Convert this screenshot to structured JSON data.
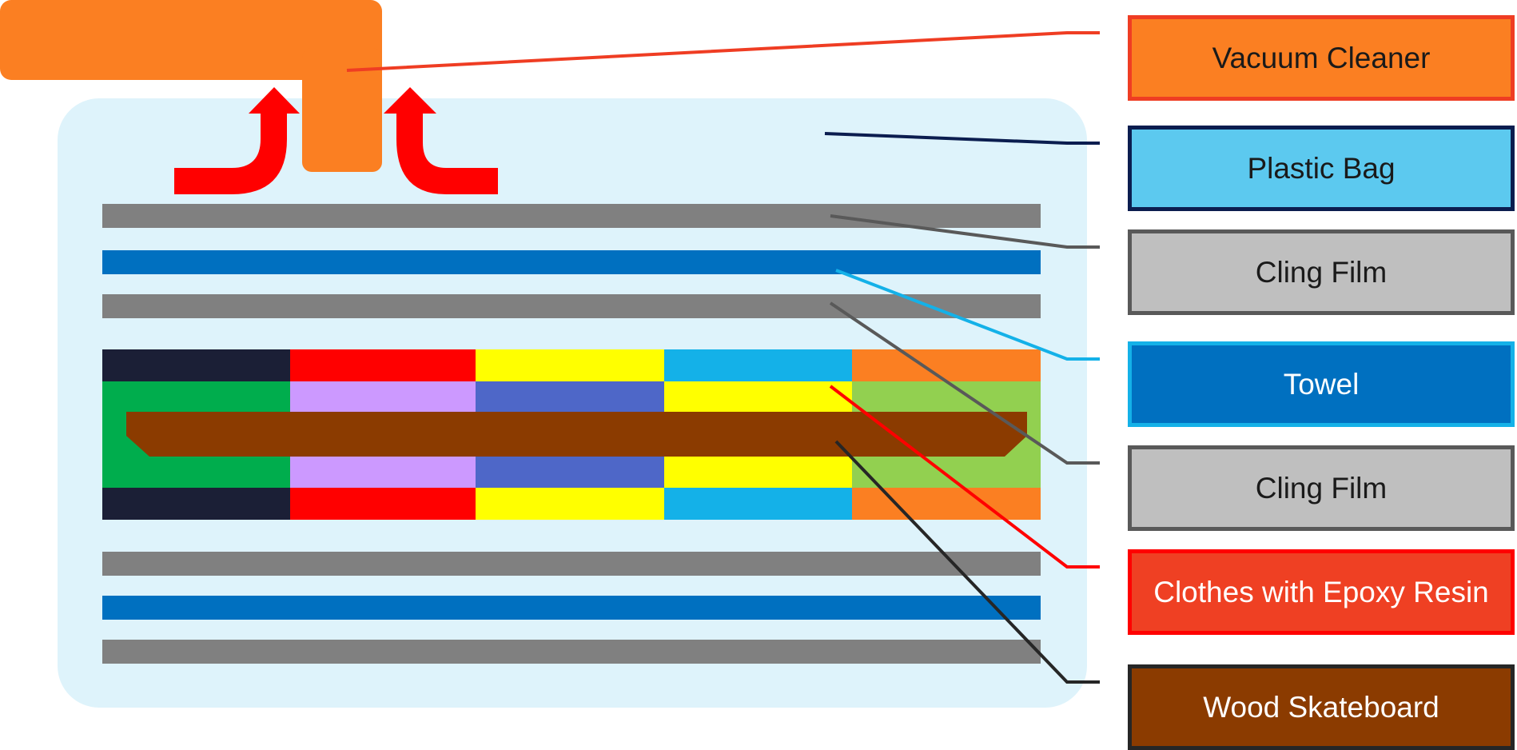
{
  "legend": {
    "vacuum_cleaner": "Vacuum Cleaner",
    "plastic_bag": "Plastic Bag",
    "cling_film_top": "Cling Film",
    "towel": "Towel",
    "cling_film_bottom": "Cling Film",
    "clothes_epoxy": "Clothes with Epoxy Resin",
    "wood_skateboard": "Wood Skateboard"
  },
  "colors": {
    "vacuum": "#fb7f22",
    "vacuum_border": "#ef3d23",
    "bag_fill": "#def3fb",
    "bag_legend": "#5cc9ef",
    "bag_border": "#0b1d4f",
    "cling_film": "#808080",
    "cling_film_legend": "#bfbfbf",
    "cling_film_border": "#595959",
    "towel": "#0070c0",
    "towel_border": "#14b1e8",
    "clothes_border": "#ff0000",
    "clothes_legend": "#ef4023",
    "wood": "#8b3b00",
    "wood_border": "#262626",
    "airflow_arrow": "#ff0000"
  },
  "clothes_colors": {
    "outer": [
      "#1b1f36",
      "#ff0000",
      "#ffff00",
      "#14b1e8",
      "#fb7f22"
    ],
    "inner": [
      "#00ad4d",
      "#cc99ff",
      "#4e67c8",
      "#ffff00",
      "#92d050"
    ]
  }
}
